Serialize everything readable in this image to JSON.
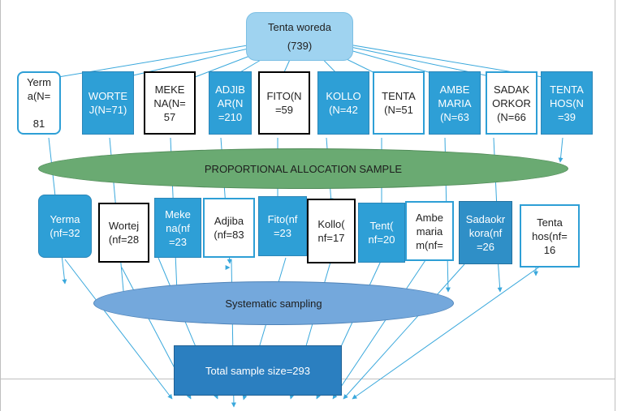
{
  "colors": {
    "arrow": "#3aa8dc",
    "blue_fill": "#2e9fd6",
    "root_fill": "#9fd3f0",
    "ellipse_green": "#6aaa72",
    "ellipse_blue": "#74a8dc",
    "total_fill": "#2b7fc0"
  },
  "root": {
    "title": "Tenta woreda",
    "count": "(739)"
  },
  "kebeles": [
    {
      "label": "Yerm\na(N=\n\n81",
      "style": "white-blue"
    },
    {
      "label": "WORTE\nJ(N=71)",
      "style": "blue"
    },
    {
      "label": "MEKE\nNA(N=\n57",
      "style": "white-black"
    },
    {
      "label": "ADJIB\nAR(N\n=210",
      "style": "blue"
    },
    {
      "label": "FITO(N\n=59",
      "style": "white-black"
    },
    {
      "label": "KOLLO\n(N=42",
      "style": "blue"
    },
    {
      "label": "TENTA\n(N=51",
      "style": "white-blue"
    },
    {
      "label": "AMBE\nMARIA\n(N=63",
      "style": "blue"
    },
    {
      "label": "SADAK\nORKOR\n(N=66",
      "style": "white-blue"
    },
    {
      "label": "TENTA\nHOS(N\n=39",
      "style": "blue"
    }
  ],
  "allocation_label": "PROPORTIONAL ALLOCATION SAMPLE",
  "samples": [
    {
      "label": "Yerma\n(nf=32",
      "style": "blue"
    },
    {
      "label": "Wortej\n(nf=28",
      "style": "white-black"
    },
    {
      "label": "Meke\nna(nf\n=23",
      "style": "blue"
    },
    {
      "label": "Adjiba\n(nf=83",
      "style": "white-blue"
    },
    {
      "label": "Fito(nf\n=23",
      "style": "blue"
    },
    {
      "label": "Kollo(\nnf=17",
      "style": "white-black"
    },
    {
      "label": "Tent(\nnf=20",
      "style": "blue"
    },
    {
      "label": "Ambe\nmaria\nm(nf=",
      "style": "white-blue"
    },
    {
      "label": "Sadaokr\nkora(nf\n=26",
      "style": "blue-dark"
    },
    {
      "label": "Tenta\nhos(nf=\n16",
      "style": "white-blue"
    }
  ],
  "systematic_label": "Systematic sampling",
  "total_label": "Total sample size=293"
}
